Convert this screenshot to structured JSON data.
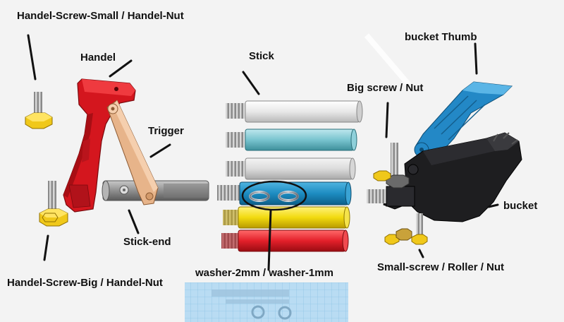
{
  "labels": {
    "handle_screw_small": "Handel-Screw-Small / Handel-Nut",
    "handle": "Handel",
    "trigger": "Trigger",
    "stick": "Stick",
    "bucket_thumb": "bucket Thumb",
    "big_screw": "Big screw / Nut",
    "bucket": "bucket",
    "stick_end": "Stick-end",
    "washers": "washer-2mm / washer-1mm",
    "small_screw": "Small-screw / Roller / Nut",
    "handle_screw_big": "Handel-Screw-Big / Handel-Nut"
  },
  "colors": {
    "background": "#f3f3f3",
    "handle_red": "#d4161e",
    "trigger_tan": "#e7b48a",
    "stick_white": "#e8e8e8",
    "stick_cyan": "#79c4cf",
    "stick_blue": "#1d8cc1",
    "stick_yellow": "#f2da0f",
    "stick_red": "#e3202a",
    "thumb_blue": "#2388c6",
    "bucket_black": "#1e1e20",
    "nut_yellow": "#f0c81a",
    "grid_blue": "#a9d2ee"
  }
}
